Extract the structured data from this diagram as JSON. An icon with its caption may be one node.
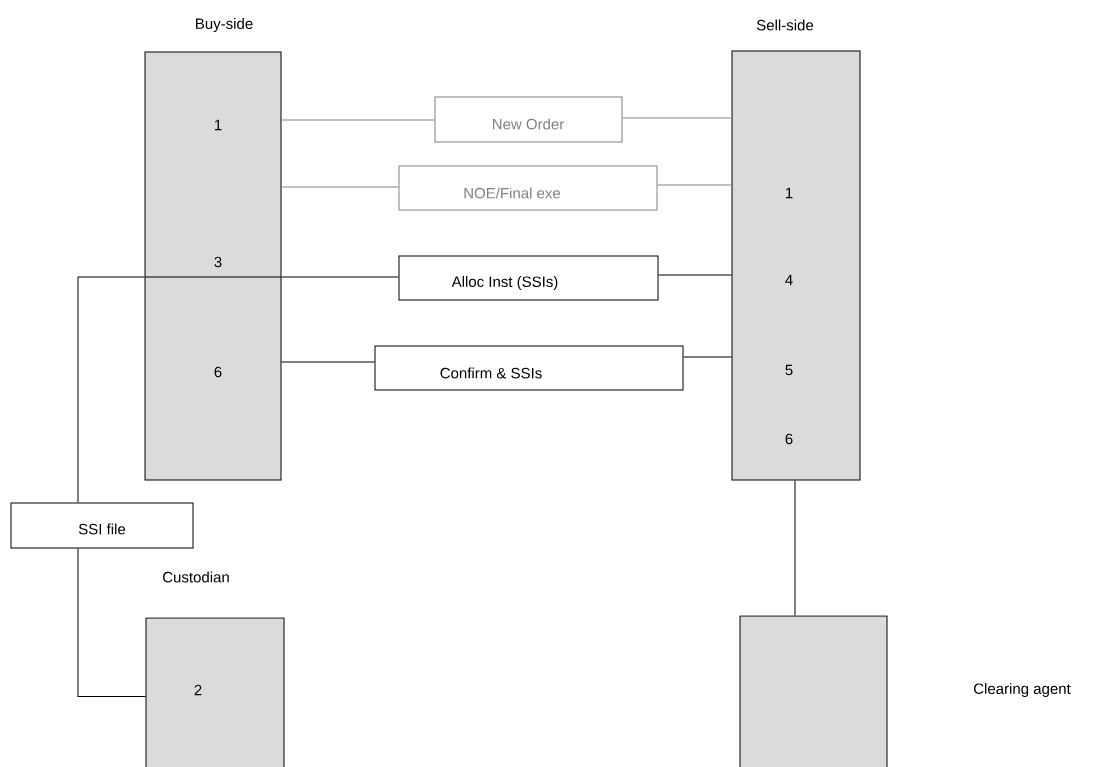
{
  "diagram": {
    "nodes": [
      {
        "text": [
          "Buy-side",
          "1",
          "3",
          "6"
        ]
      },
      {
        "text": [
          "Sell-side",
          "1",
          "4",
          "5",
          "6"
        ]
      },
      {
        "text": [
          "Custodian",
          "2"
        ]
      },
      {
        "text": [],
        "shape": "box"
      },
      {
        "text": [
          "New Order"
        ]
      },
      {
        "text": [
          "NOE/Final exe"
        ]
      },
      {
        "text": [
          "Alloc Inst (SSIs)"
        ]
      },
      {
        "text": [
          "Confirm & SSIs"
        ]
      },
      {
        "text": [
          "SSI file"
        ]
      }
    ],
    "edges": [
      {
        "from": 0,
        "to": 4,
        "arrow": "none",
        "color": "#808080"
      },
      {
        "from": 4,
        "to": 1,
        "arrow": "none",
        "color": "#808080"
      },
      {
        "from": 0,
        "to": 5,
        "arrow": "none",
        "color": "#808080"
      },
      {
        "from": 5,
        "to": 1,
        "arrow": "none",
        "color": "#808080"
      },
      {
        "from": 6,
        "to": 1,
        "arrow": "none"
      },
      {
        "from": 6,
        "to": 0,
        "arrow": "none"
      },
      {
        "from": 0,
        "to": 8,
        "arrow": "none"
      },
      {
        "from": 0,
        "to": 7,
        "arrow": "none"
      },
      {
        "from": 7,
        "to": 1,
        "arrow": "none"
      },
      {
        "from": 8,
        "to": 2,
        "arrow": "none"
      },
      {
        "from": 1,
        "to": 3,
        "arrow": "none"
      }
    ],
    "labels": [
      "Clearing agent"
    ]
  }
}
